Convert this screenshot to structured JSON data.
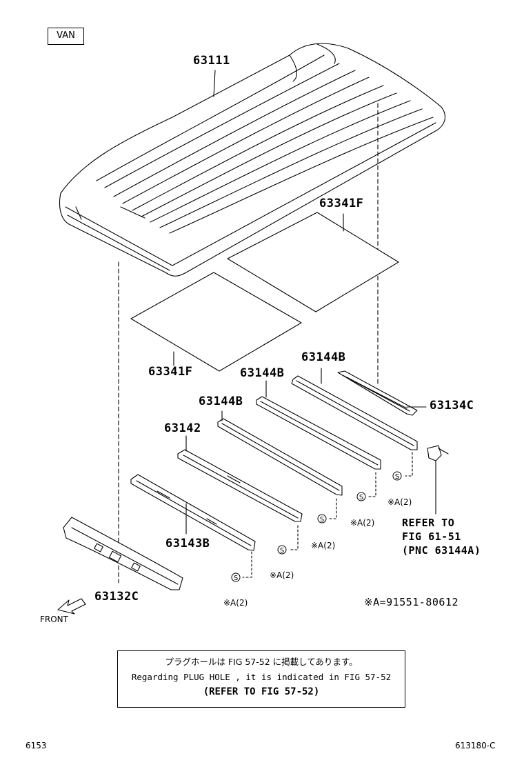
{
  "model_tag": "VAN",
  "parts": {
    "p63111": "63111",
    "p63341F_upper": "63341F",
    "p63341F_lower": "63341F",
    "p63144B_1": "63144B",
    "p63144B_2": "63144B",
    "p63144B_3": "63144B",
    "p63134C": "63134C",
    "p63142": "63142",
    "p63143B": "63143B",
    "p63132C": "63132C"
  },
  "screw_symbol": "S",
  "quantities": {
    "q1": "※A(2)",
    "q2": "※A(2)",
    "q3": "※A(2)",
    "q4": "※A(2)",
    "q5": "※A(2)"
  },
  "refer": {
    "line1": "REFER TO",
    "line2": "FIG 61-51",
    "line3": "(PNC 63144A)"
  },
  "legend_a": "※A=91551-80612",
  "front_label": "FRONT",
  "note": {
    "japanese": "プラグホールは FIG 57-52 に掲載してあります。",
    "english": "Regarding PLUG HOLE , it is indicated in FIG 57-52",
    "refer": "(REFER TO FIG 57-52)"
  },
  "footer": {
    "left": "6153",
    "right": "613180-C"
  },
  "icons": [
    "screw-icon",
    "front-arrow-icon",
    "clip-icon"
  ]
}
